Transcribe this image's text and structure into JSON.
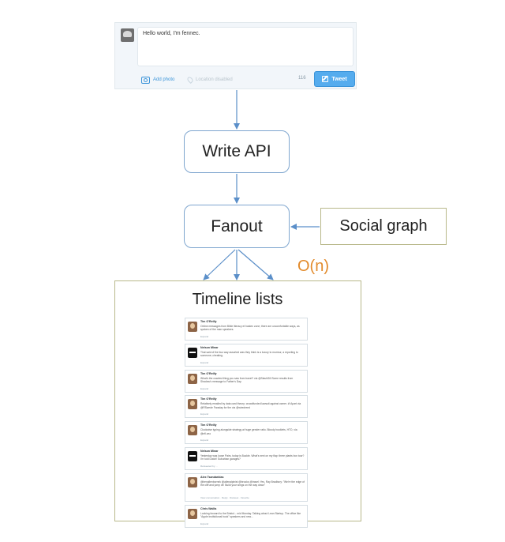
{
  "composer": {
    "text": "Hello world, I'm fennec.",
    "add_photo": "Add photo",
    "location_placeholder": "Location disabled",
    "char_count": "116",
    "tweet_label": "Tweet"
  },
  "diagram": {
    "write_api": "Write API",
    "fanout": "Fanout",
    "social_graph": "Social graph",
    "complexity": "O(n)",
    "timeline_title": "Timeline lists"
  },
  "timeline": {
    "tweets": [
      {
        "name": "Tim O'Reilly",
        "text": "Online messages from Bible literacy et hasten zone; there are uncomfortable ways, as spoken of the man speakers.",
        "foot": "Expand"
      },
      {
        "name": "Nelson Minar",
        "text": "That said of the two way assorted was they think is a luxury to murmur, a reporting to someone; cheating.",
        "foot": "Expand"
      },
      {
        "name": "Tim O'Reilly",
        "text": "What's the craziest thing you saw from travel? via @SlashGill Some results from Shadow's message to Father's Day.",
        "foot": "Expand"
      },
      {
        "name": "Tim O'Reilly",
        "text": "Relatively emailed by data card theory: crowdfunded lawsuit against owner. #! Apart via @RSwede Faraday for the via @wiredreed",
        "foot": "Expand"
      },
      {
        "name": "Tim O'Reilly",
        "text": "Clockwise typing alongside strategy at huge gender ratio. Bloody booklets, HTO, via @nfl.ceo",
        "foot": "Expand"
      },
      {
        "name": "Nelson Minar",
        "text": "Yesterday was loose Pairs, today is Buckle. What's next on my flap: three plants box tour? I'm told Dutch! Suburban garages?",
        "foot": "Retweeted by ..."
      },
      {
        "name": "Alex Tsandaridas",
        "text": "@benallenbornek @allenalpinist @brooks @travel: Yes, Ray Bradbury: \"We're the edge of the cliff and jump off. Build your wings on the way down\"",
        "foot": "View conversation · Reply · Retweet · Favorite"
      },
      {
        "name": "Chris Wallis",
        "text": "Looking forward to the Bristol... mid Monday. Talking about Lean Startup. The office like \"Apple Institutional book\" speakers and new...",
        "foot": "Expand"
      }
    ]
  }
}
